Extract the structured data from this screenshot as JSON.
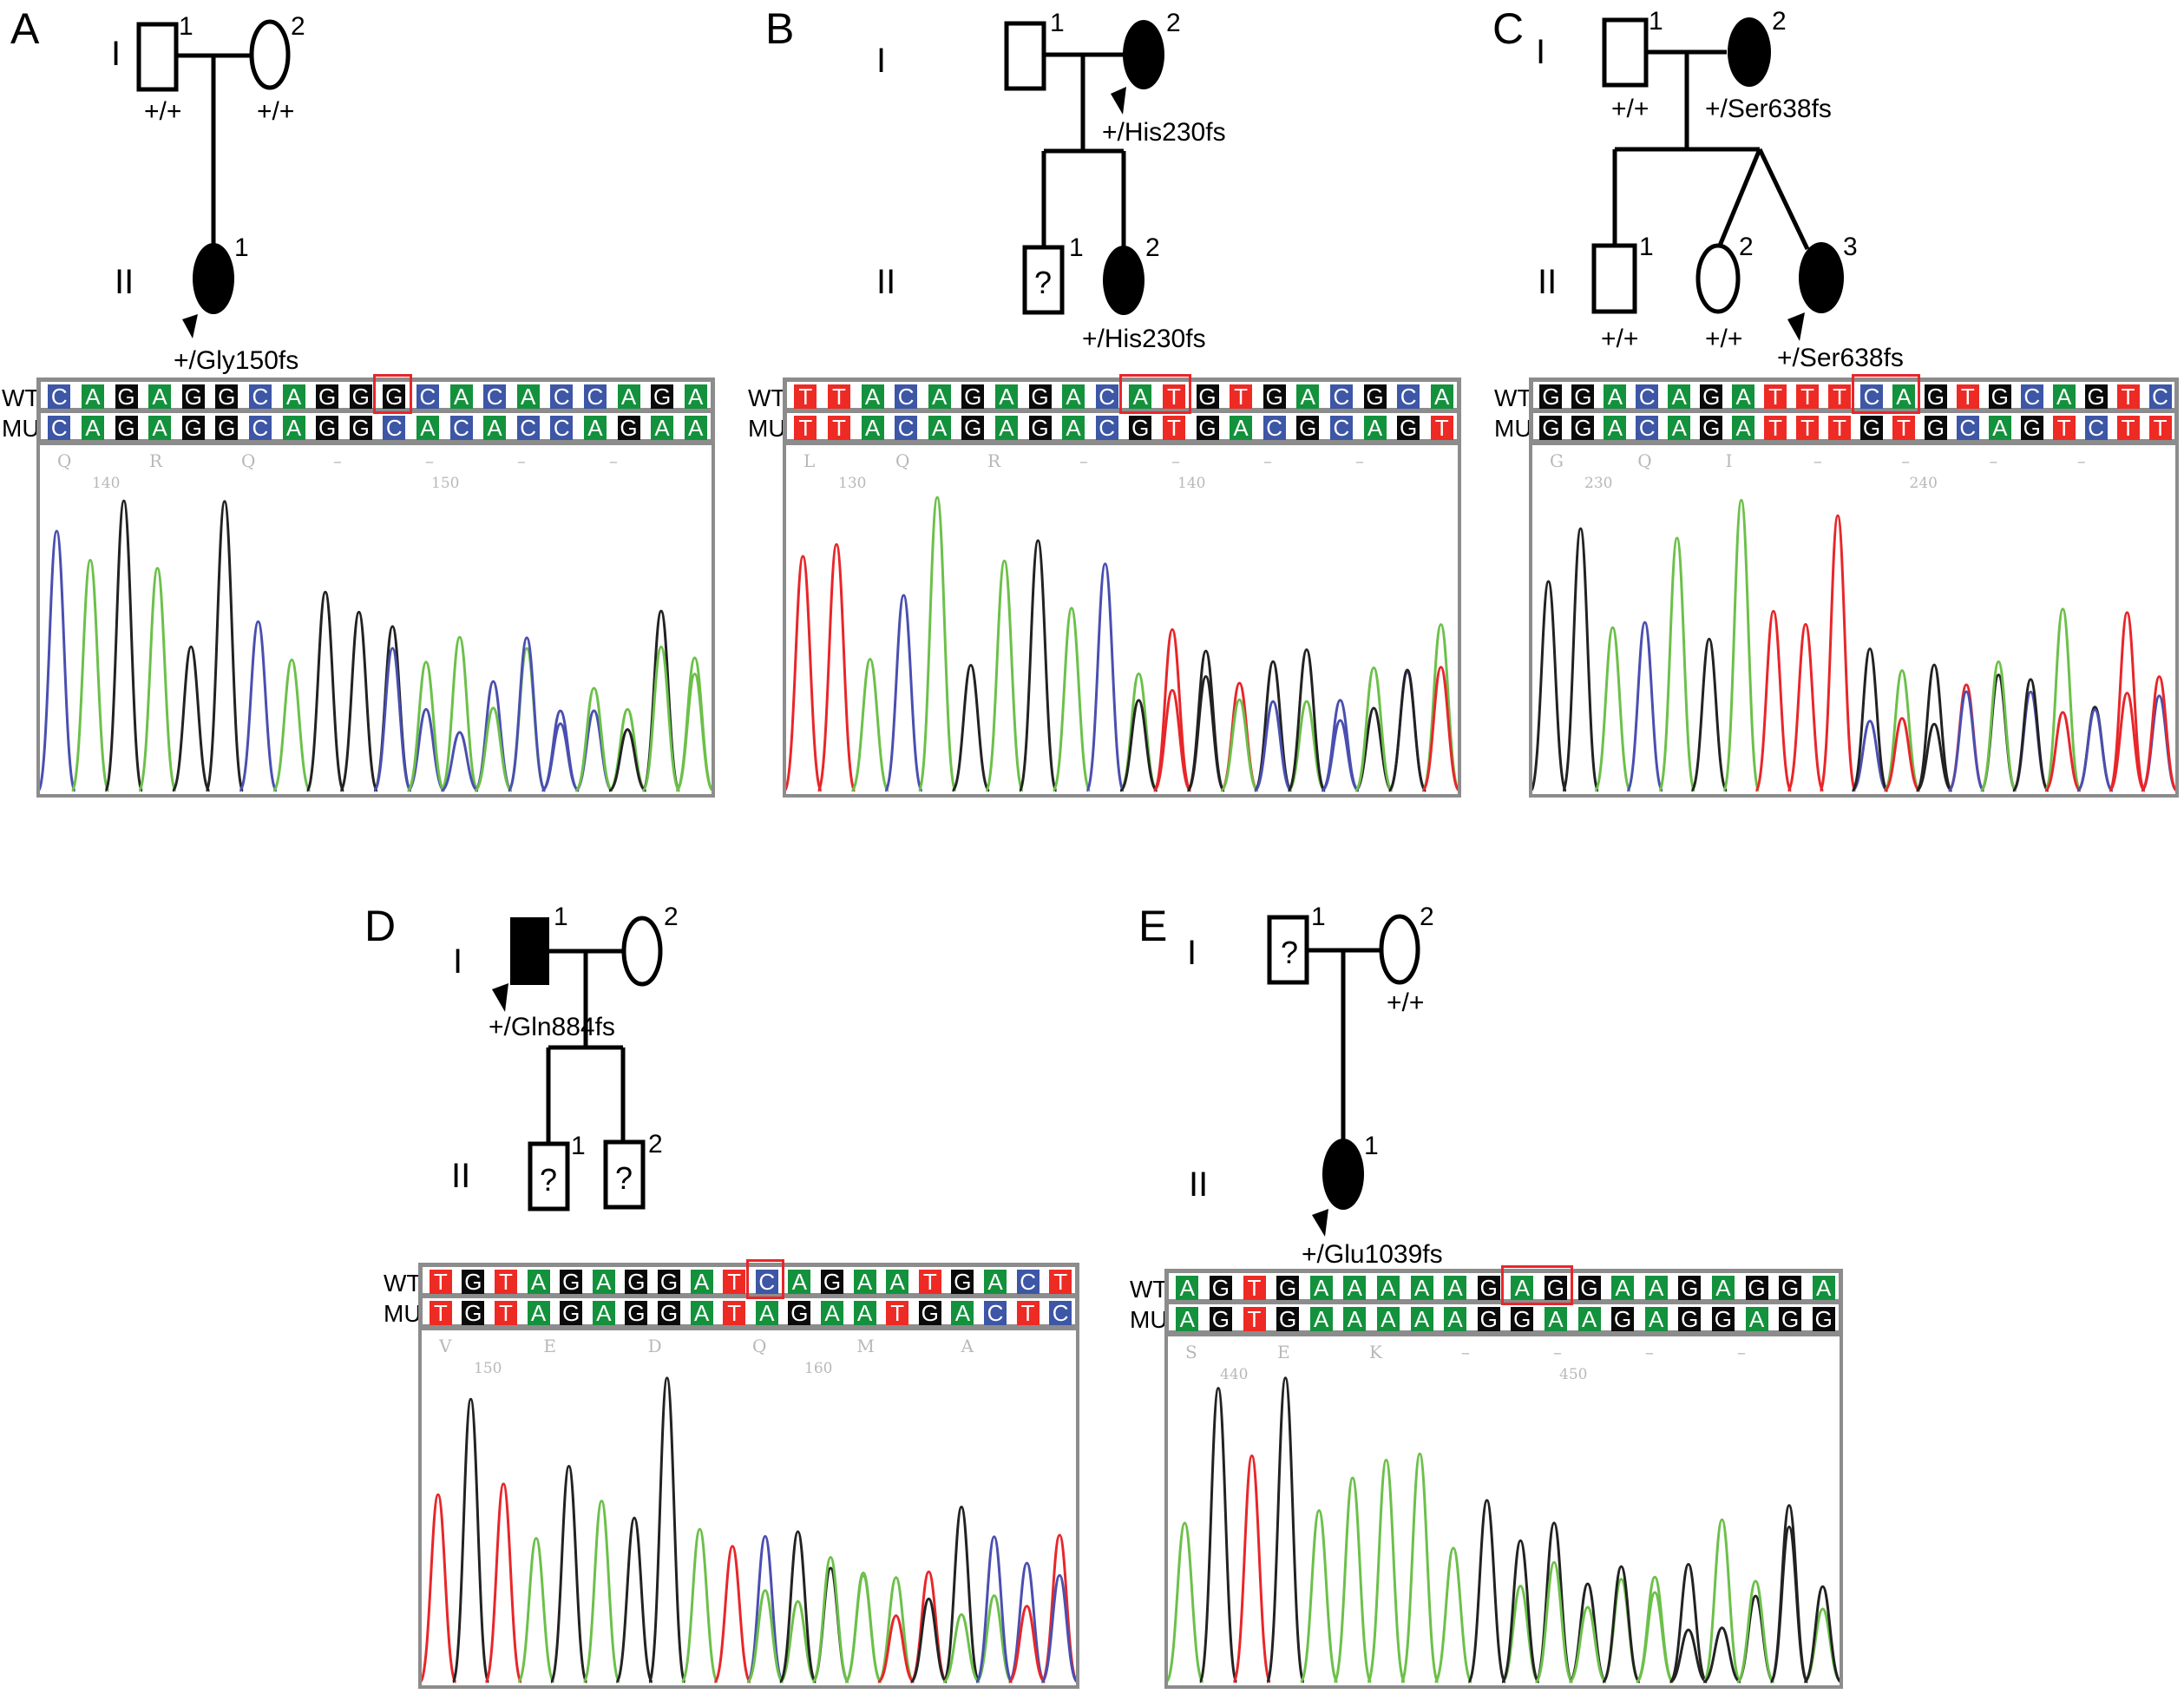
{
  "figure": {
    "panels": [
      {
        "id": "A",
        "generations": [
          "I",
          "II"
        ],
        "individuals": [
          {
            "gen": "I",
            "num": "1",
            "sex": "male",
            "affected": false,
            "unknown": false,
            "genotype": "+/+",
            "proband": false
          },
          {
            "gen": "I",
            "num": "2",
            "sex": "female",
            "affected": false,
            "unknown": false,
            "genotype": "+/+",
            "proband": false
          },
          {
            "gen": "II",
            "num": "1",
            "sex": "female",
            "affected": true,
            "unknown": false,
            "genotype": "+/Gly150fs",
            "proband": true
          }
        ],
        "sequence": {
          "wt_label": "WT",
          "mu_label": "MU",
          "wt": [
            "C",
            "A",
            "G",
            "A",
            "G",
            "G",
            "C",
            "A",
            "G",
            "G",
            "G",
            "C",
            "A",
            "C",
            "A",
            "C",
            "C",
            "A",
            "G",
            "A"
          ],
          "mu": [
            "C",
            "A",
            "G",
            "A",
            "G",
            "G",
            "C",
            "A",
            "G",
            "G",
            "C",
            "A",
            "C",
            "A",
            "C",
            "C",
            "A",
            "G",
            "A",
            "A"
          ],
          "highlight": [
            10,
            10
          ],
          "aa_labels": [
            "Q",
            "R",
            "Q",
            "–",
            "–",
            "–",
            "–"
          ],
          "positions": [
            "140",
            "150"
          ]
        }
      },
      {
        "id": "B",
        "generations": [
          "I",
          "II"
        ],
        "individuals": [
          {
            "gen": "I",
            "num": "1",
            "sex": "male",
            "affected": false,
            "unknown": false,
            "genotype": "",
            "proband": false
          },
          {
            "gen": "I",
            "num": "2",
            "sex": "female",
            "affected": true,
            "unknown": false,
            "genotype": "+/His230fs",
            "proband": true
          },
          {
            "gen": "II",
            "num": "1",
            "sex": "male",
            "affected": false,
            "unknown": true,
            "genotype": "",
            "proband": false
          },
          {
            "gen": "II",
            "num": "2",
            "sex": "female",
            "affected": true,
            "unknown": false,
            "genotype": "+/His230fs",
            "proband": false
          }
        ],
        "sequence": {
          "wt_label": "WT",
          "mu_label": "MU",
          "wt": [
            "T",
            "T",
            "A",
            "C",
            "A",
            "G",
            "A",
            "G",
            "A",
            "C",
            "A",
            "T",
            "G",
            "T",
            "G",
            "A",
            "C",
            "G",
            "C",
            "A"
          ],
          "mu": [
            "T",
            "T",
            "A",
            "C",
            "A",
            "G",
            "A",
            "G",
            "A",
            "C",
            "G",
            "T",
            "G",
            "A",
            "C",
            "G",
            "C",
            "A",
            "G",
            "T"
          ],
          "highlight": [
            10,
            11
          ],
          "aa_labels": [
            "L",
            "Q",
            "R",
            "–",
            "–",
            "–",
            "–"
          ],
          "positions": [
            "130",
            "140"
          ]
        }
      },
      {
        "id": "C",
        "generations": [
          "I",
          "II"
        ],
        "individuals": [
          {
            "gen": "I",
            "num": "1",
            "sex": "male",
            "affected": false,
            "unknown": false,
            "genotype": "+/+",
            "proband": false
          },
          {
            "gen": "I",
            "num": "2",
            "sex": "female",
            "affected": true,
            "unknown": false,
            "genotype": "+/Ser638fs",
            "proband": false
          },
          {
            "gen": "II",
            "num": "1",
            "sex": "male",
            "affected": false,
            "unknown": false,
            "genotype": "+/+",
            "proband": false
          },
          {
            "gen": "II",
            "num": "2",
            "sex": "female",
            "affected": false,
            "unknown": false,
            "genotype": "+/+",
            "proband": false
          },
          {
            "gen": "II",
            "num": "3",
            "sex": "female",
            "affected": true,
            "unknown": false,
            "genotype": "+/Ser638fs",
            "proband": true
          }
        ],
        "sequence": {
          "wt_label": "WT",
          "mu_label": "MU",
          "wt": [
            "G",
            "G",
            "A",
            "C",
            "A",
            "G",
            "A",
            "T",
            "T",
            "T",
            "C",
            "A",
            "G",
            "T",
            "G",
            "C",
            "A",
            "G",
            "T",
            "C"
          ],
          "mu": [
            "G",
            "G",
            "A",
            "C",
            "A",
            "G",
            "A",
            "T",
            "T",
            "T",
            "G",
            "T",
            "G",
            "C",
            "A",
            "G",
            "T",
            "C",
            "T",
            "T"
          ],
          "highlight": [
            10,
            11
          ],
          "aa_labels": [
            "G",
            "Q",
            "I",
            "–",
            "–",
            "–",
            "–"
          ],
          "positions": [
            "230",
            "240"
          ]
        }
      },
      {
        "id": "D",
        "generations": [
          "I",
          "II"
        ],
        "individuals": [
          {
            "gen": "I",
            "num": "1",
            "sex": "male",
            "affected": true,
            "unknown": false,
            "genotype": "+/Gln884fs",
            "proband": true
          },
          {
            "gen": "I",
            "num": "2",
            "sex": "female",
            "affected": false,
            "unknown": false,
            "genotype": "",
            "proband": false
          },
          {
            "gen": "II",
            "num": "1",
            "sex": "male",
            "affected": false,
            "unknown": true,
            "genotype": "",
            "proband": false
          },
          {
            "gen": "II",
            "num": "2",
            "sex": "male",
            "affected": false,
            "unknown": true,
            "genotype": "",
            "proband": false
          }
        ],
        "sequence": {
          "wt_label": "WT",
          "mu_label": "MU",
          "wt": [
            "T",
            "G",
            "T",
            "A",
            "G",
            "A",
            "G",
            "G",
            "A",
            "T",
            "C",
            "A",
            "G",
            "A",
            "A",
            "T",
            "G",
            "A",
            "C",
            "T"
          ],
          "mu": [
            "T",
            "G",
            "T",
            "A",
            "G",
            "A",
            "G",
            "G",
            "A",
            "T",
            "A",
            "G",
            "A",
            "A",
            "T",
            "G",
            "A",
            "C",
            "T",
            "C"
          ],
          "highlight": [
            10,
            10
          ],
          "aa_labels": [
            "V",
            "E",
            "D",
            "Q",
            "M",
            "A"
          ],
          "positions": [
            "150",
            "160"
          ]
        }
      },
      {
        "id": "E",
        "generations": [
          "I",
          "II"
        ],
        "individuals": [
          {
            "gen": "I",
            "num": "1",
            "sex": "male",
            "affected": false,
            "unknown": true,
            "genotype": "",
            "proband": false
          },
          {
            "gen": "I",
            "num": "2",
            "sex": "female",
            "affected": false,
            "unknown": false,
            "genotype": "+/+",
            "proband": false
          },
          {
            "gen": "II",
            "num": "1",
            "sex": "female",
            "affected": true,
            "unknown": false,
            "genotype": "+/Glu1039fs",
            "proband": true
          }
        ],
        "sequence": {
          "wt_label": "WT",
          "mu_label": "MU",
          "wt": [
            "A",
            "G",
            "T",
            "G",
            "A",
            "A",
            "A",
            "A",
            "A",
            "G",
            "A",
            "G",
            "G",
            "A",
            "A",
            "G",
            "A",
            "G",
            "G",
            "A"
          ],
          "mu": [
            "A",
            "G",
            "T",
            "G",
            "A",
            "A",
            "A",
            "A",
            "A",
            "G",
            "G",
            "A",
            "A",
            "G",
            "A",
            "G",
            "G",
            "A",
            "G",
            "G"
          ],
          "highlight": [
            10,
            11
          ],
          "aa_labels": [
            "S",
            "E",
            "K",
            "–",
            "–",
            "–",
            "–"
          ],
          "positions": [
            "440",
            "450"
          ]
        }
      }
    ],
    "unknown_symbol": "?",
    "base_colors": {
      "A": "#14913c",
      "C": "#3d56a6",
      "G": "#0a0a0a",
      "T": "#ee2a24"
    }
  }
}
